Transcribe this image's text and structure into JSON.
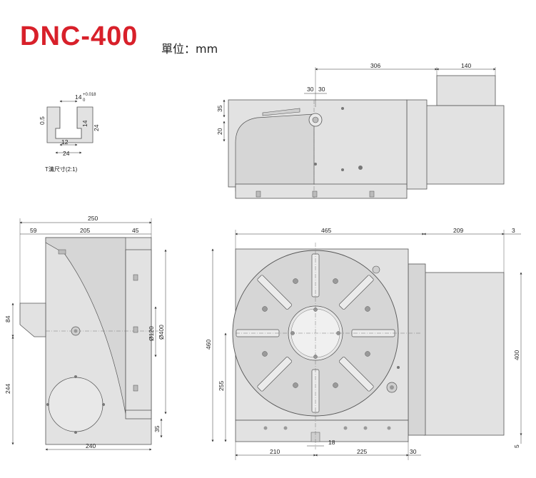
{
  "title": "DNC-400",
  "unit_label": "單位：mm",
  "colors": {
    "title": "#d8202a",
    "body": "#e2e2e2",
    "table": "#d6d6d6",
    "line": "#555555",
    "dim": "#333333"
  },
  "tslot": {
    "caption": "T溝尺寸(2:1)",
    "tol_base": "14",
    "tol_upper": "+0.018",
    "tol_lower": "0",
    "dim_a": "0.5",
    "dim_b": "14",
    "dim_c": "24",
    "dim_d": "12",
    "dim_e": "24"
  },
  "top_view": {
    "dim_total": "306",
    "dim_motor": "140",
    "dim_30a": "30",
    "dim_30b": "30",
    "dim_35": "35",
    "dim_20": "20"
  },
  "side_view": {
    "dim_250": "250",
    "dim_59": "59",
    "dim_205": "205",
    "dim_45": "45",
    "dim_84": "84",
    "dim_244": "244",
    "dim_35": "35",
    "dim_240": "240",
    "dim_dia120": "Ø120",
    "dim_dia400": "Ø400"
  },
  "front_view": {
    "dim_465": "465",
    "dim_209": "209",
    "dim_3": "3",
    "dim_460": "460",
    "dim_255": "255",
    "dim_400": "400",
    "dim_5": "5",
    "dim_18": "18",
    "dim_210": "210",
    "dim_225": "225",
    "dim_30": "30"
  }
}
